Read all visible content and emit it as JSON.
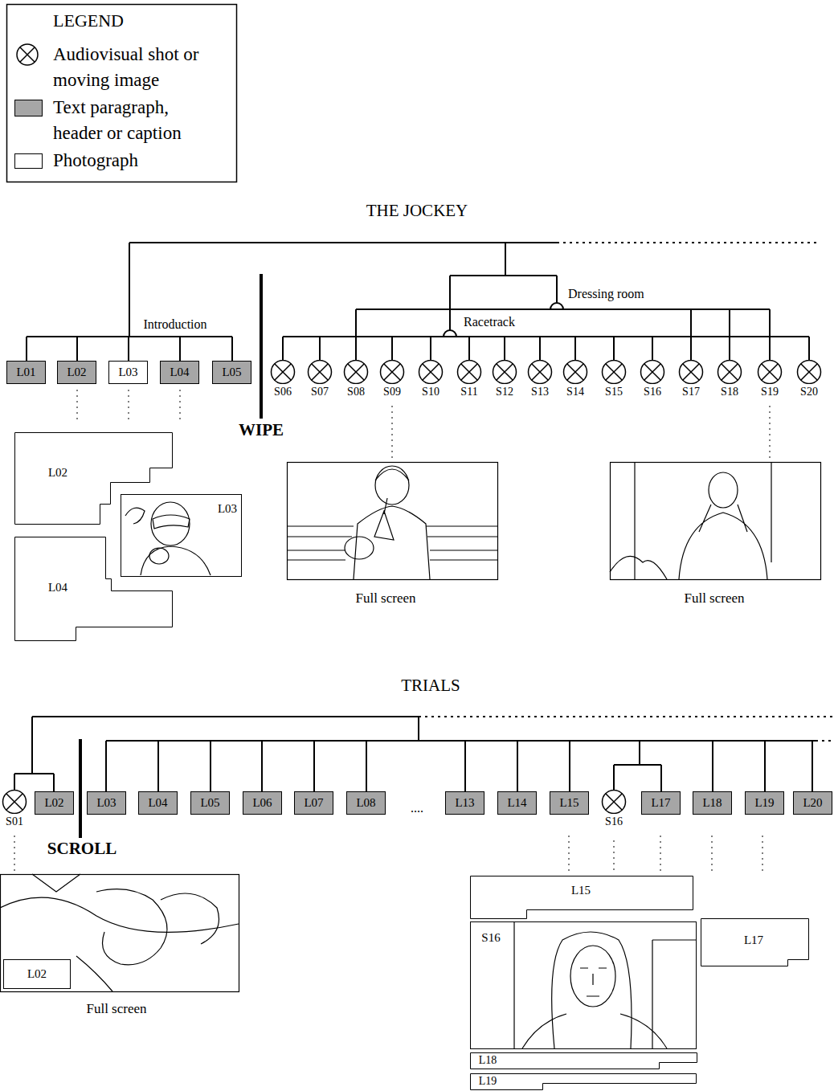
{
  "diagram": {
    "nodes": [
      {
        "text": [
          "L01"
        ]
      },
      {
        "text": [
          "L02"
        ]
      },
      {
        "text": [
          "L03"
        ]
      },
      {
        "text": [
          "L04"
        ]
      },
      {
        "text": [
          "L05"
        ]
      },
      {
        "text": [
          "S06"
        ]
      },
      {
        "text": [
          "S07"
        ]
      },
      {
        "text": [
          "S08"
        ]
      },
      {
        "text": [
          "S09"
        ]
      },
      {
        "text": [
          "S10"
        ]
      },
      {
        "text": [
          "S11"
        ]
      },
      {
        "text": [
          "S12"
        ]
      },
      {
        "text": [
          "S13"
        ]
      },
      {
        "text": [
          "S14"
        ]
      },
      {
        "text": [
          "S15"
        ]
      },
      {
        "text": [
          "S16"
        ]
      },
      {
        "text": [
          "S17"
        ]
      },
      {
        "text": [
          "S18"
        ]
      },
      {
        "text": [
          "S19"
        ]
      },
      {
        "text": [
          "S20"
        ]
      },
      {
        "text": [
          "L02"
        ]
      },
      {
        "text": [
          "L03"
        ]
      },
      {
        "text": [
          "L04"
        ]
      },
      {
        "text": [
          "S01"
        ]
      },
      {
        "text": [
          "L02"
        ]
      },
      {
        "text": [
          "L03"
        ]
      },
      {
        "text": [
          "L04"
        ]
      },
      {
        "text": [
          "L05"
        ]
      },
      {
        "text": [
          "L06"
        ]
      },
      {
        "text": [
          "L07"
        ]
      },
      {
        "text": [
          "L08"
        ]
      },
      {
        "text": [
          "L13"
        ]
      },
      {
        "text": [
          "L14"
        ]
      },
      {
        "text": [
          "L15"
        ]
      },
      {
        "text": [
          "S16"
        ]
      },
      {
        "text": [
          "L17"
        ]
      },
      {
        "text": [
          "L18"
        ]
      },
      {
        "text": [
          "L19"
        ]
      },
      {
        "text": [
          "L20"
        ]
      },
      {
        "text": [
          "L02"
        ]
      },
      {
        "text": [
          "L15"
        ]
      },
      {
        "text": [
          "S16"
        ]
      },
      {
        "text": [
          "L17"
        ]
      },
      {
        "text": [
          "L18"
        ]
      },
      {
        "text": [
          "L19"
        ]
      }
    ],
    "labels": [
      "LEGEND",
      "THE JOCKEY",
      "Dressing room",
      "Racetrack",
      "Introduction",
      "WIPE",
      "Full screen",
      "Full screen",
      "TRIALS",
      "SCROLL",
      "....",
      "Full screen"
    ],
    "legend": [
      {
        "text": "Audiovisual shot or moving image"
      },
      {
        "text": "Text paragraph, header or caption",
        "color": "#a6a6a6"
      },
      {
        "text": "Photograph",
        "color": "#ffffff"
      }
    ]
  }
}
